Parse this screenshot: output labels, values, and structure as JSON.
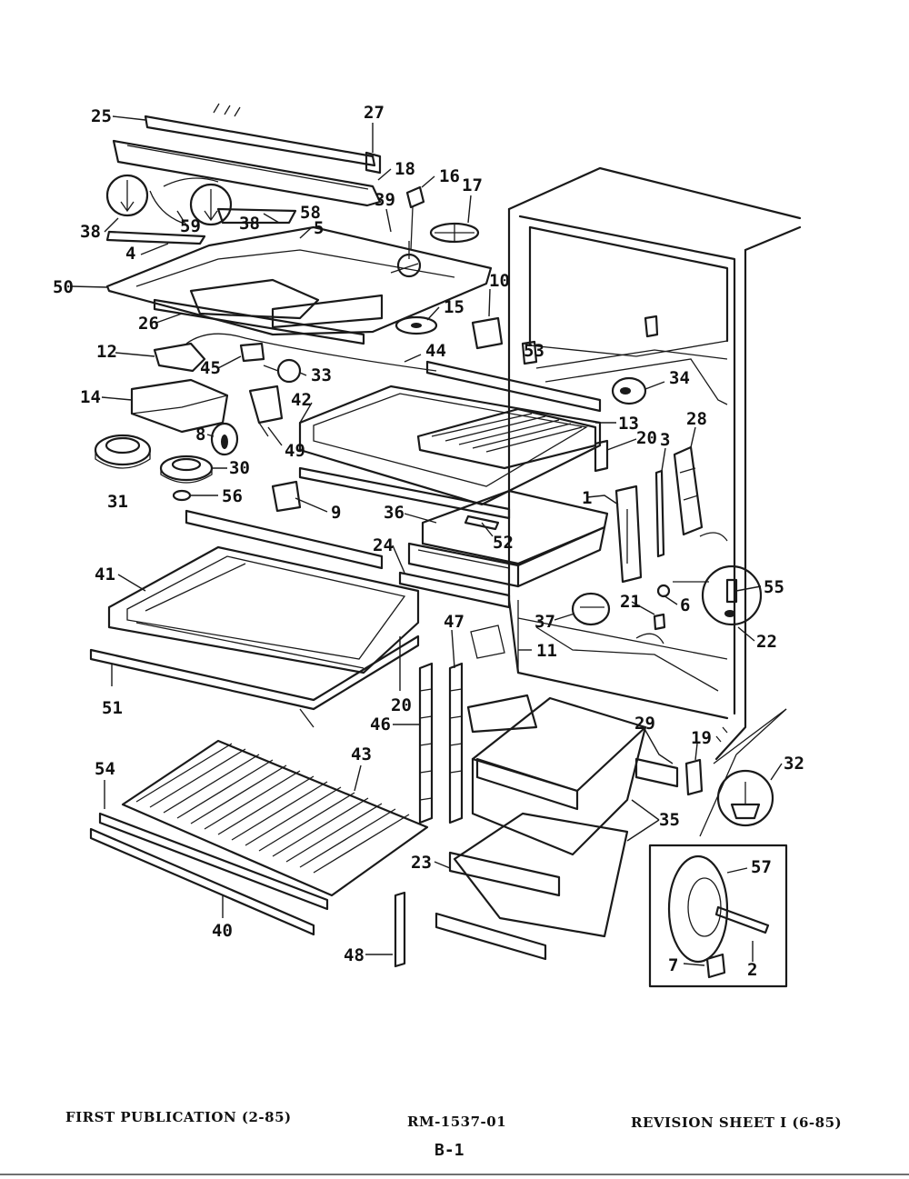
{
  "callouts": [
    {
      "id": "c25",
      "text": "25"
    },
    {
      "id": "c27",
      "text": "27"
    },
    {
      "id": "c18",
      "text": "18"
    },
    {
      "id": "c16",
      "text": "16"
    },
    {
      "id": "c17",
      "text": "17"
    },
    {
      "id": "c39",
      "text": "39"
    },
    {
      "id": "c38a",
      "text": "38"
    },
    {
      "id": "c59",
      "text": "59"
    },
    {
      "id": "c38b",
      "text": "38"
    },
    {
      "id": "c58",
      "text": "58"
    },
    {
      "id": "c5",
      "text": "5"
    },
    {
      "id": "c4",
      "text": "4"
    },
    {
      "id": "c50",
      "text": "50"
    },
    {
      "id": "c10",
      "text": "10"
    },
    {
      "id": "c15",
      "text": "15"
    },
    {
      "id": "c26",
      "text": "26"
    },
    {
      "id": "c12",
      "text": "12"
    },
    {
      "id": "c45",
      "text": "45"
    },
    {
      "id": "c44",
      "text": "44"
    },
    {
      "id": "c33",
      "text": "33"
    },
    {
      "id": "c53",
      "text": "53"
    },
    {
      "id": "c34",
      "text": "34"
    },
    {
      "id": "c14",
      "text": "14"
    },
    {
      "id": "c42",
      "text": "42"
    },
    {
      "id": "c28",
      "text": "28"
    },
    {
      "id": "c13",
      "text": "13"
    },
    {
      "id": "c8",
      "text": "8"
    },
    {
      "id": "c49",
      "text": "49"
    },
    {
      "id": "c20a",
      "text": "20"
    },
    {
      "id": "c3",
      "text": "3"
    },
    {
      "id": "c30",
      "text": "30"
    },
    {
      "id": "c31",
      "text": "31"
    },
    {
      "id": "c56",
      "text": "56"
    },
    {
      "id": "c9",
      "text": "9"
    },
    {
      "id": "c36",
      "text": "36"
    },
    {
      "id": "c1",
      "text": "1"
    },
    {
      "id": "c52",
      "text": "52"
    },
    {
      "id": "c24",
      "text": "24"
    },
    {
      "id": "c41",
      "text": "41"
    },
    {
      "id": "c55",
      "text": "55"
    },
    {
      "id": "c21",
      "text": "21"
    },
    {
      "id": "c6",
      "text": "6"
    },
    {
      "id": "c37",
      "text": "37"
    },
    {
      "id": "c22",
      "text": "22"
    },
    {
      "id": "c47",
      "text": "47"
    },
    {
      "id": "c11",
      "text": "11"
    },
    {
      "id": "c51",
      "text": "51"
    },
    {
      "id": "c20b",
      "text": "20"
    },
    {
      "id": "c46",
      "text": "46"
    },
    {
      "id": "c29",
      "text": "29"
    },
    {
      "id": "c19",
      "text": "19"
    },
    {
      "id": "c32",
      "text": "32"
    },
    {
      "id": "c43",
      "text": "43"
    },
    {
      "id": "c54",
      "text": "54"
    },
    {
      "id": "c35",
      "text": "35"
    },
    {
      "id": "c23",
      "text": "23"
    },
    {
      "id": "c57",
      "text": "57"
    },
    {
      "id": "c40",
      "text": "40"
    },
    {
      "id": "c48",
      "text": "48"
    },
    {
      "id": "c7",
      "text": "7"
    },
    {
      "id": "c2",
      "text": "2"
    }
  ],
  "footer": {
    "left": "FIRST PUBLICATION (2-85)",
    "center": "RM-1537-01",
    "right": "REVISION SHEET I (6-85)",
    "page": "B-1"
  }
}
